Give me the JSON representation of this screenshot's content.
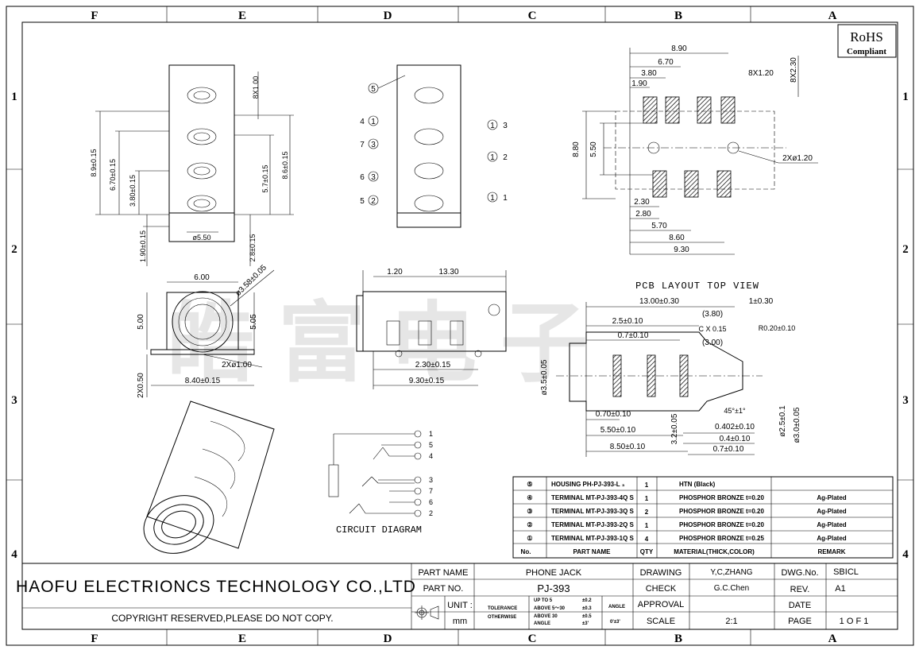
{
  "rohs": {
    "line1": "RoHS",
    "line2": "Compliant"
  },
  "columns": [
    "F",
    "E",
    "D",
    "C",
    "B",
    "A"
  ],
  "rows": [
    "1",
    "2",
    "3",
    "4"
  ],
  "watermark": "皓富电子",
  "front_view": {
    "dims": [
      "8X1.00",
      "8.9±0.15",
      "6.70±0.15",
      "3.80±0.15",
      "8.6±0.15",
      "5.7±0.15",
      "ø5.50",
      "1.90±0.15",
      "2.8±0.15"
    ]
  },
  "terminal_view": {
    "left_labels": [
      "4",
      "7",
      "6",
      "5"
    ],
    "left_circles": [
      "1",
      "3",
      "3",
      "2"
    ],
    "right_circles": [
      "1",
      "1",
      "1"
    ],
    "right_labels": [
      "3",
      "2",
      "1"
    ],
    "top_label": "5"
  },
  "pcb_top": {
    "dims": [
      "8.90",
      "6.70",
      "3.80",
      "1.90",
      "8X1.20",
      "8X2.30",
      "8.80",
      "5.50",
      "2Xø1.20",
      "2.30",
      "2.80",
      "5.70",
      "8.60",
      "9.30"
    ]
  },
  "side_view": {
    "dims": [
      "6.00",
      "ø3.58±0.05",
      "5.00",
      "5.05",
      "2Xø1.00",
      "2X0.50",
      "8.40±0.15"
    ]
  },
  "bottom_view": {
    "dims": [
      "1.20",
      "13.30",
      "2.30±0.15",
      "9.30±0.15"
    ]
  },
  "plug": {
    "title": "PCB LAYOUT TOP VIEW",
    "dims": [
      "13.00±0.30",
      "1±0.30",
      "(3.80)",
      "2.5±0.10",
      "C X 0.15",
      "R0.20±0.10",
      "0.7±0.10",
      "(3.00)",
      "ø3.5±0.05",
      "45°±1°",
      "0.70±0.10",
      "0.402±0.10",
      "5.50±0.10",
      "0.4±0.10",
      "8.50±0.10",
      "0.7±0.10",
      "3.2±0.05",
      "ø2.5±0.1",
      "ø3.0±0.05"
    ]
  },
  "circuit": {
    "title": "CIRCUIT DIAGRAM",
    "pins": [
      "1",
      "5",
      "4",
      "3",
      "7",
      "6",
      "2"
    ]
  },
  "bom": {
    "headers": {
      "no": "No.",
      "part_name": "PART  NAME",
      "qty": "QTY",
      "material": "MATERIAL(THICK,COLOR)",
      "remark": "REMARK"
    },
    "rows": [
      {
        "no": "⑤",
        "part": "HOUSING  PH-PJ-393-L ₃",
        "qty": "1",
        "material": "HTN  (Black)",
        "remark": ""
      },
      {
        "no": "④",
        "part": "TERMINAL MT-PJ-393-4Q S",
        "qty": "1",
        "material": "PHOSPHOR BRONZE  t=0.20",
        "remark": "Ag-Plated"
      },
      {
        "no": "③",
        "part": "TERMINAL MT-PJ-393-3Q S",
        "qty": "2",
        "material": "PHOSPHOR BRONZE  t=0.20",
        "remark": "Ag-Plated"
      },
      {
        "no": "②",
        "part": "TERMINAL MT-PJ-393-2Q S",
        "qty": "1",
        "material": "PHOSPHOR BRONZE  t=0.20",
        "remark": "Ag-Plated"
      },
      {
        "no": "①",
        "part": "TERMINAL MT-PJ-393-1Q S",
        "qty": "4",
        "material": "PHOSPHOR BRONZE  t=0.25",
        "remark": "Ag-Plated"
      }
    ]
  },
  "title_block": {
    "company": "HAOFU ELECTRIONCS TECHNOLOGY CO.,LTD",
    "copyright": "COPYRIGHT RESERVED,PLEASE DO NOT COPY.",
    "part_name_label": "PART NAME",
    "part_name": "PHONE JACK",
    "part_no_label": "PART NO.",
    "part_no": "PJ-393",
    "unit_label": "UNIT :",
    "unit": "mm",
    "tolerance": "TOLERANCE",
    "otherwise": "OTHERWISE",
    "tol_rows": [
      [
        "UP TO 5",
        "±0.2"
      ],
      [
        "ABOVE 5～30",
        "±0.3"
      ],
      [
        "ABOVE 30",
        "±0.5"
      ],
      [
        "ANGLE",
        "±3'"
      ]
    ],
    "angle_label": "ANGLE",
    "angle_value": "0'±3'",
    "drawing_label": "DRAWING",
    "drawing": "Y,C,ZHANG",
    "check_label": "CHECK",
    "check": "G.C.Chen",
    "approval_label": "APPROVAL",
    "approval": "",
    "scale_label": "SCALE",
    "scale": "2:1",
    "dwg_label": "DWG.No.",
    "dwg": "SBICL",
    "rev_label": "REV.",
    "rev": "A1",
    "date_label": "DATE",
    "date": "",
    "page_label": "PAGE",
    "page": "1 O F 1"
  }
}
